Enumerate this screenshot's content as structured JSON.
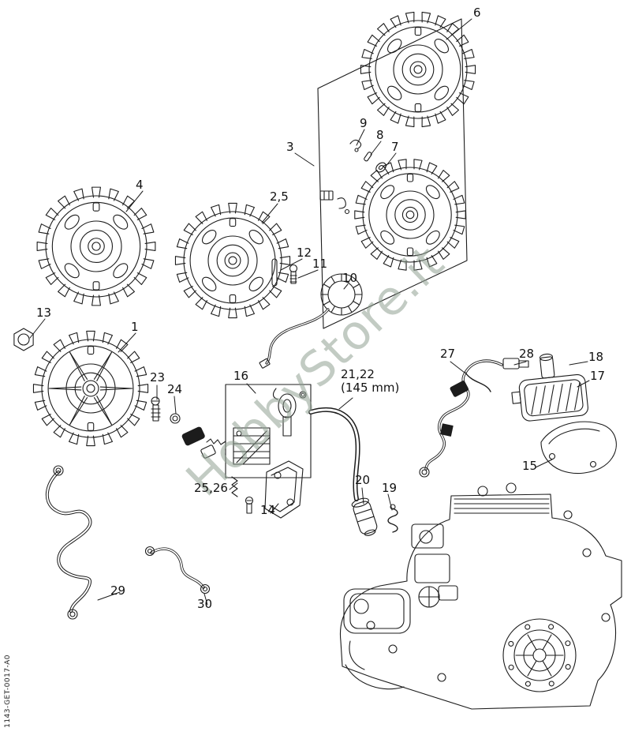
{
  "watermark": {
    "text": "HobbyStore.it",
    "color": "#90a092"
  },
  "doc_code": "1143-GET-0017-A0",
  "callouts": [
    {
      "id": "6",
      "label": "6"
    },
    {
      "id": "3",
      "label": "3"
    },
    {
      "id": "9",
      "label": "9"
    },
    {
      "id": "8",
      "label": "8"
    },
    {
      "id": "7",
      "label": "7"
    },
    {
      "id": "4",
      "label": "4"
    },
    {
      "id": "2-5",
      "label": "2,5"
    },
    {
      "id": "12",
      "label": "12"
    },
    {
      "id": "11",
      "label": "11"
    },
    {
      "id": "10",
      "label": "10"
    },
    {
      "id": "13",
      "label": "13"
    },
    {
      "id": "1",
      "label": "1"
    },
    {
      "id": "23",
      "label": "23"
    },
    {
      "id": "24",
      "label": "24"
    },
    {
      "id": "16",
      "label": "16"
    },
    {
      "id": "21-22",
      "label": "21,22",
      "note": "(145 mm)"
    },
    {
      "id": "27",
      "label": "27"
    },
    {
      "id": "28",
      "label": "28"
    },
    {
      "id": "18",
      "label": "18"
    },
    {
      "id": "17",
      "label": "17"
    },
    {
      "id": "15",
      "label": "15"
    },
    {
      "id": "25-26",
      "label": "25,26"
    },
    {
      "id": "14",
      "label": "14"
    },
    {
      "id": "20",
      "label": "20"
    },
    {
      "id": "19",
      "label": "19"
    },
    {
      "id": "29",
      "label": "29"
    },
    {
      "id": "30",
      "label": "30"
    }
  ]
}
